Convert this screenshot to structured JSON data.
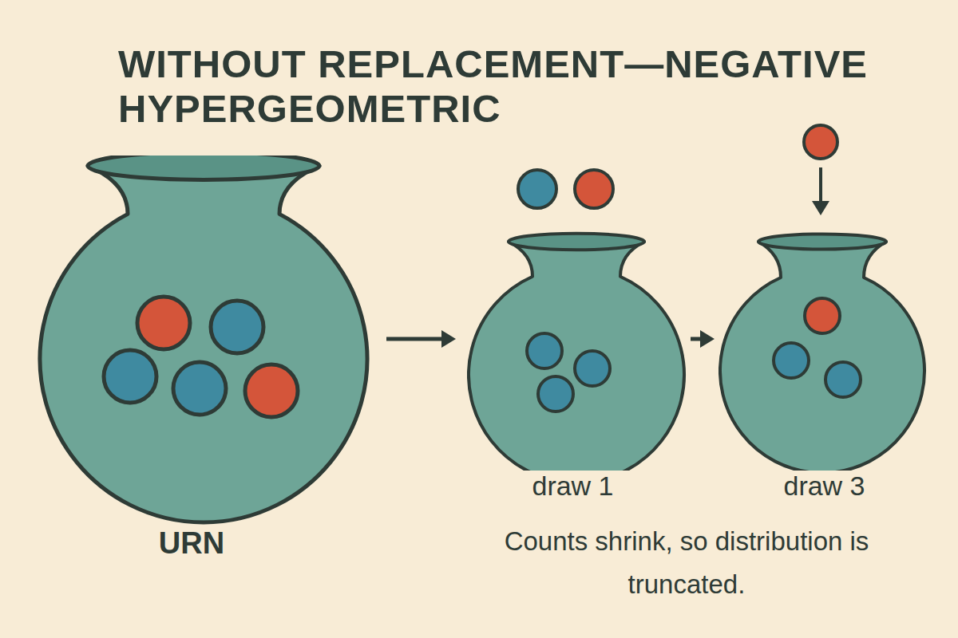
{
  "diagram": {
    "title": "WITHOUT REPLACEMENT—NEGATIVE HYPERGEOMETRIC",
    "caption": "Counts shrink, so distribution is truncated.",
    "nodes": [
      {
        "text": [
          "URN"
        ]
      },
      {
        "text": [
          "draw 1"
        ]
      },
      {
        "text": [
          "draw 3"
        ]
      }
    ],
    "edges": [
      {
        "from": 0,
        "to": 1,
        "arrow": "to"
      },
      {
        "from": 1,
        "to": 2,
        "arrow": "to"
      }
    ]
  }
}
